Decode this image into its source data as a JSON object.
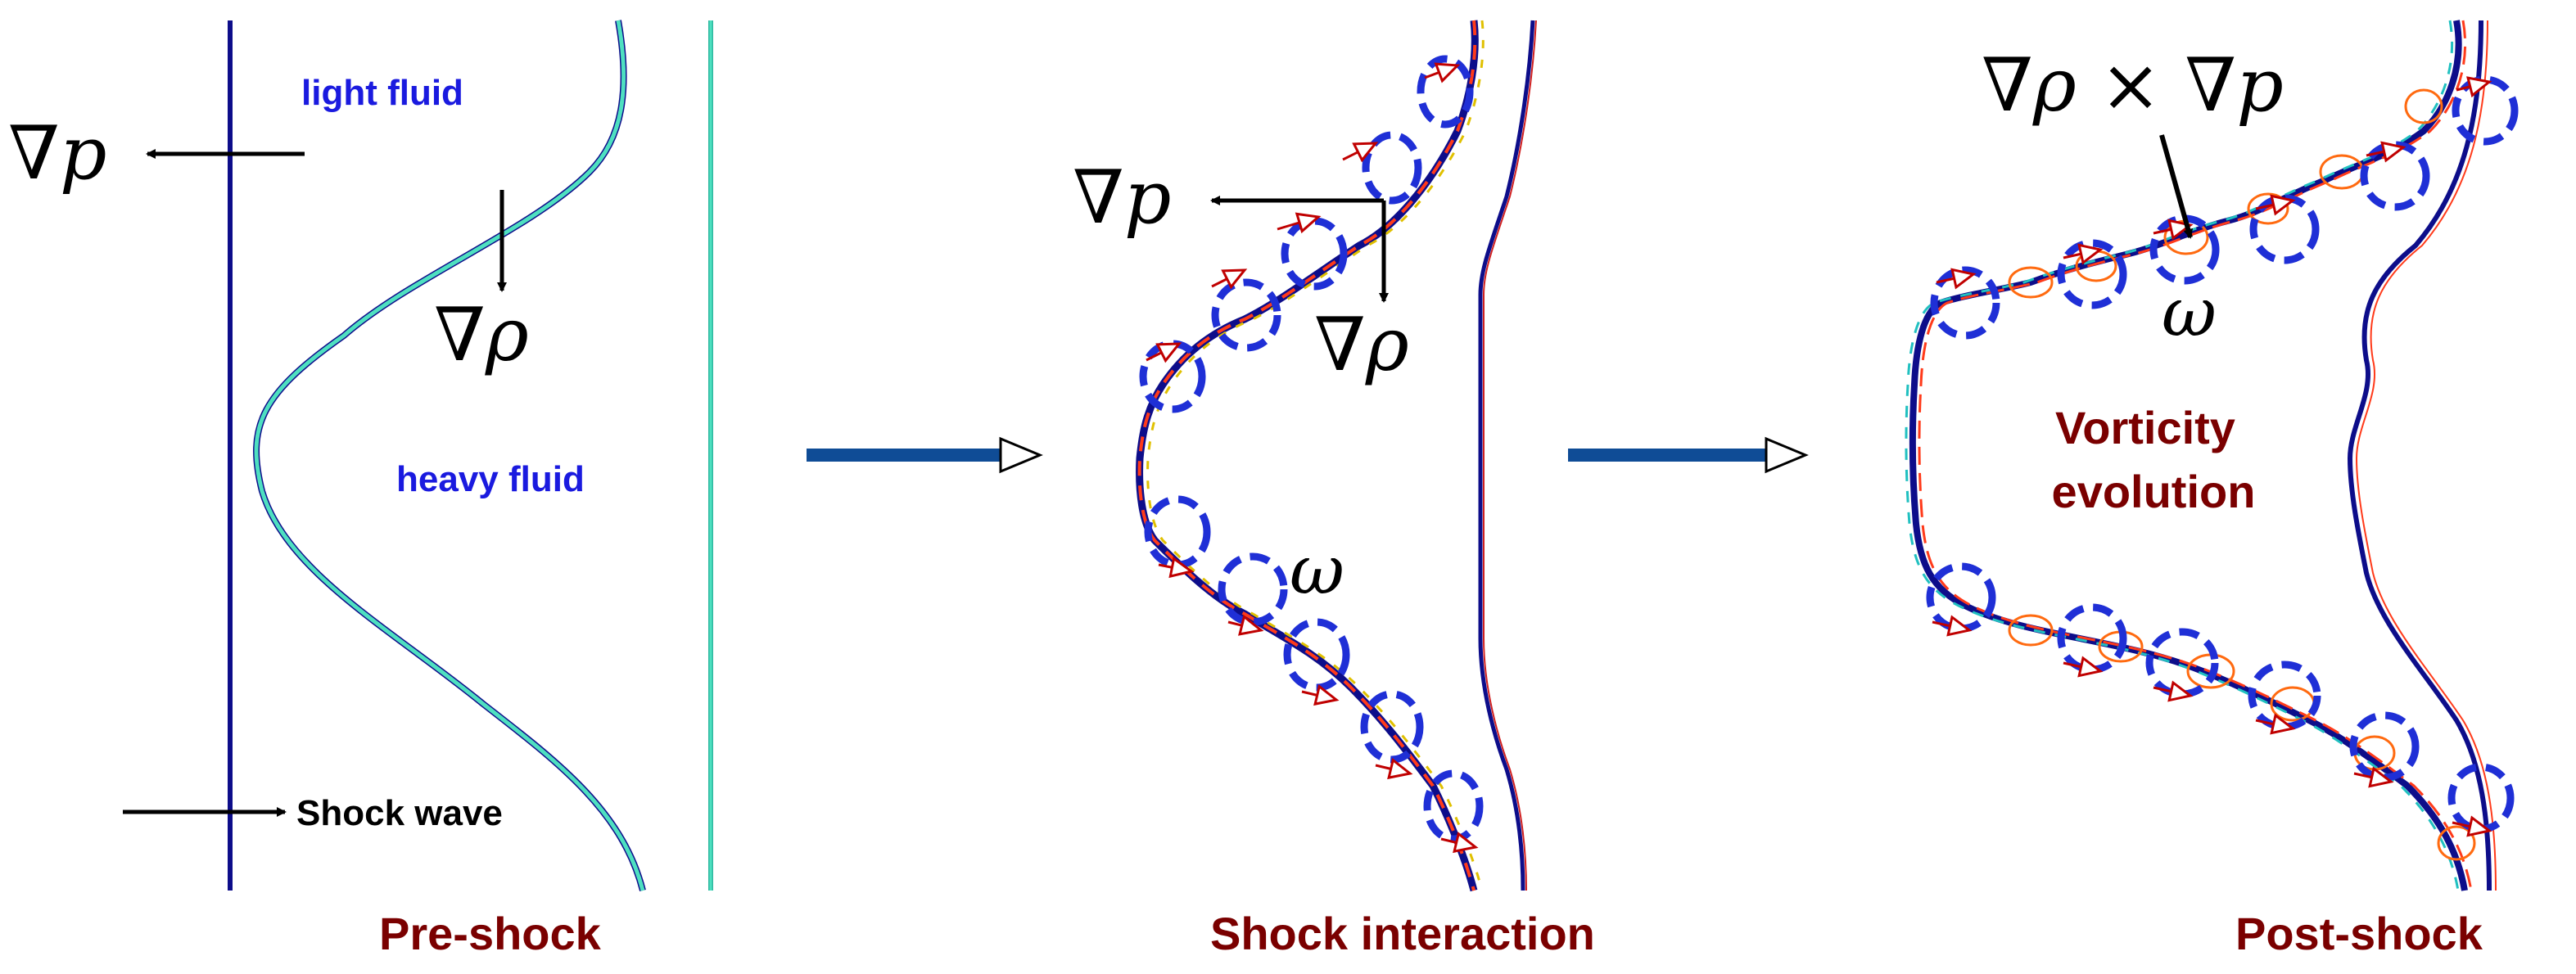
{
  "panels": {
    "pre": {
      "caption": "Pre-shock",
      "light_fluid": "light fluid",
      "heavy_fluid": "heavy fluid",
      "shock_wave": "Shock wave",
      "grad_p": "∇p",
      "grad_rho": "∇ρ"
    },
    "interaction": {
      "caption": "Shock interaction",
      "grad_p": "∇p",
      "grad_rho": "∇ρ",
      "omega": "ω"
    },
    "post": {
      "caption": "Post-shock",
      "baroclinic": "∇ρ × ∇p",
      "omega": "ω",
      "vorticity_line1": "Vorticity",
      "vorticity_line2": "evolution"
    }
  },
  "colors": {
    "caption": "#7a0000",
    "fluid_label": "#1a1adf",
    "shock_line": "#0d0d8a",
    "interface": "#4ee0c0",
    "process_arrow": "#0f4c96",
    "vortex_circle": "#1f2fd6",
    "rotation_arrow": "#c00000"
  },
  "icons": {
    "process_arrow": "arrow-right-icon",
    "vortex": "dashed-circle-icon"
  }
}
